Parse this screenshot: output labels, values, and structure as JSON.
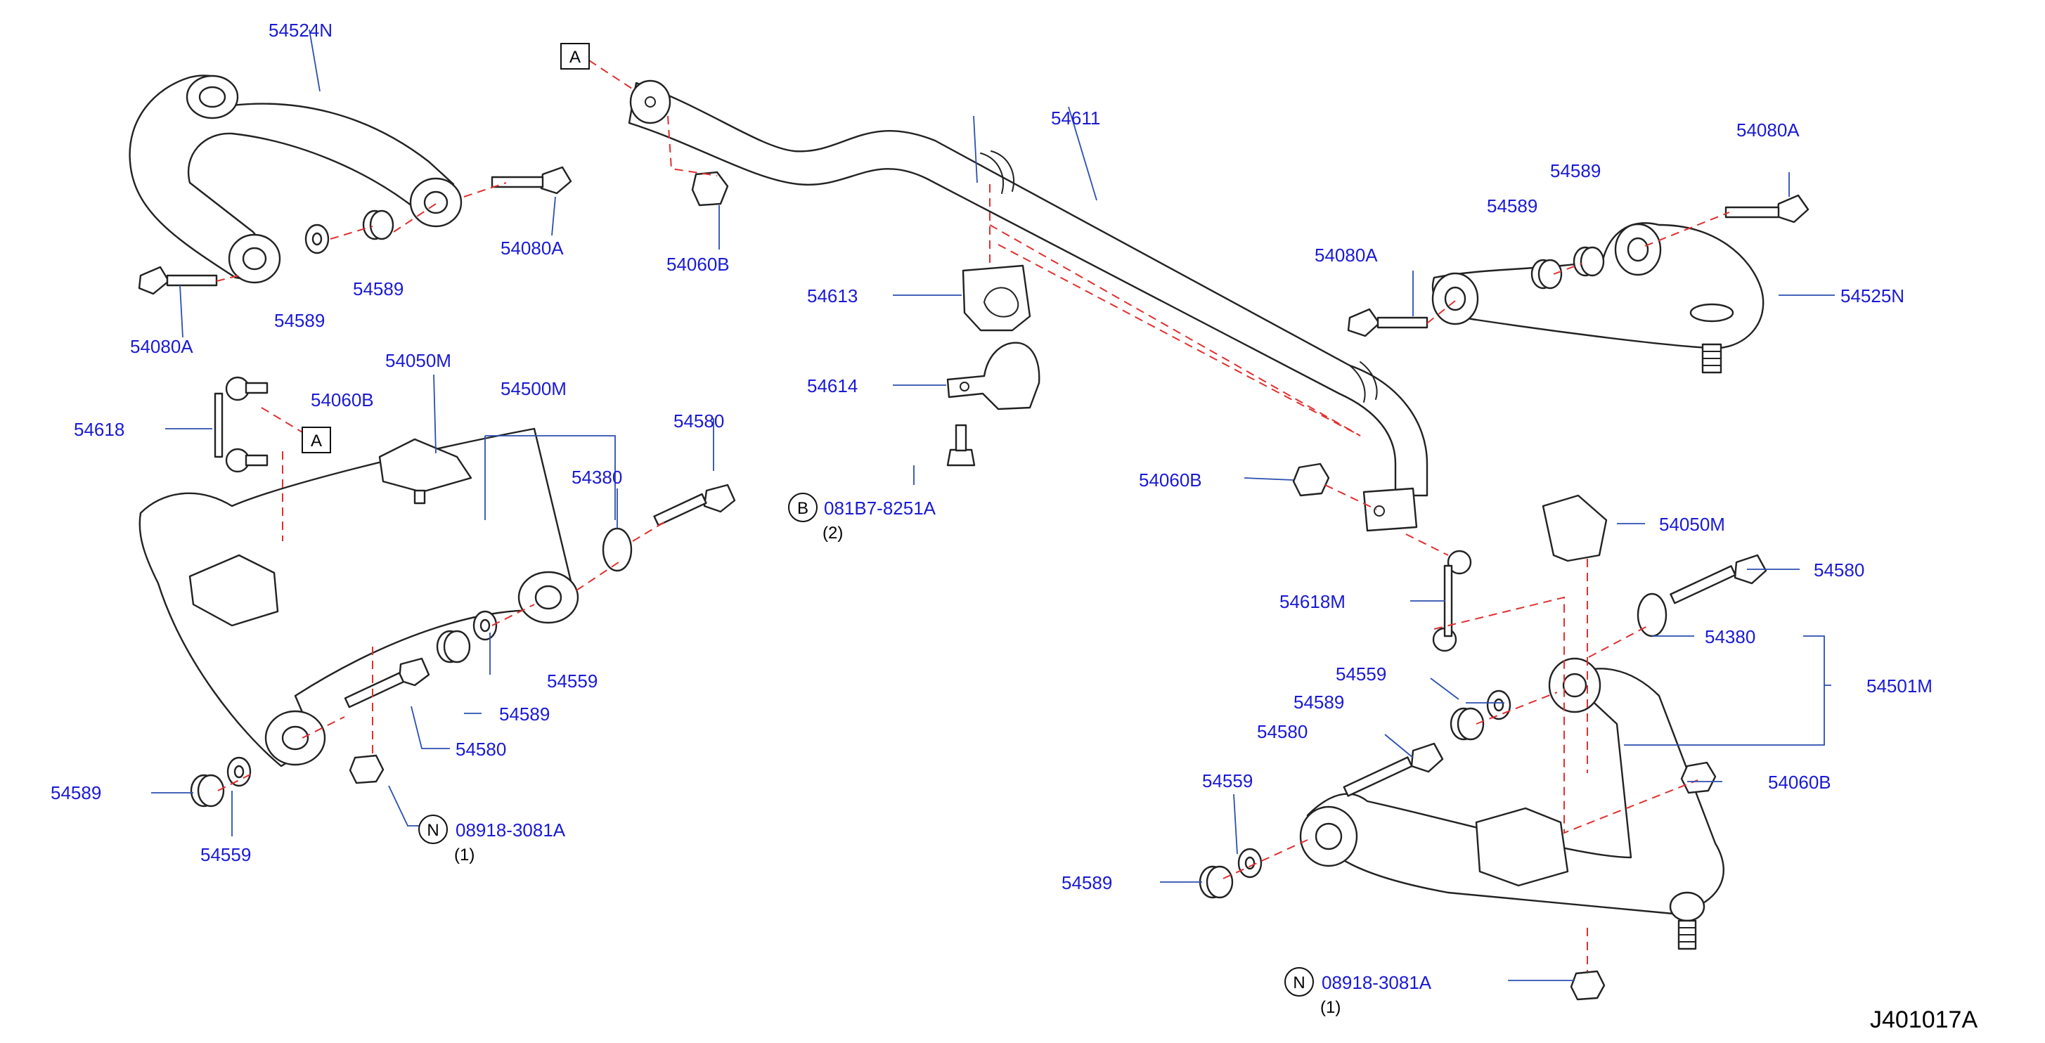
{
  "diagram_code": "J401017A",
  "refs": {
    "a": "A",
    "b": "B",
    "n": "N"
  },
  "labels": {
    "p54524N": "54524N",
    "p54525N": "54525N",
    "p54080A_1": "54080A",
    "p54080A_2": "54080A",
    "p54080A_3": "54080A",
    "p54589_1": "54589",
    "p54589_2": "54589",
    "p54589_3": "54589",
    "p54589_4": "54589",
    "p54589_5": "54589",
    "p54589_6": "54589",
    "p54589_7": "54589",
    "p54589_8": "54589",
    "p54060B_1": "54060B",
    "p54060B_2": "54060B",
    "p54060B_3": "54060B",
    "p54060B_4": "54060B",
    "p54611": "54611",
    "p54613": "54613",
    "p54614": "54614",
    "bolt_b": "081B7-8251A",
    "bolt_b_qty": "(2)",
    "p54618": "54618",
    "p54618M": "54618M",
    "p54050M_1": "54050M",
    "p54050M_2": "54050M",
    "p54500M": "54500M",
    "p54501M": "54501M",
    "p54380_1": "54380",
    "p54380_2": "54380",
    "p54580_1": "54580",
    "p54580_2": "54580",
    "p54580_3": "54580",
    "p54580_4": "54580",
    "p54559_1": "54559",
    "p54559_2": "54559",
    "p54559_3": "54559",
    "p54559_4": "54559",
    "nut_n_1": "08918-3081A",
    "nut_n_1_qty": "(1)",
    "nut_n_2": "08918-3081A",
    "nut_n_2_qty": "(1)"
  }
}
